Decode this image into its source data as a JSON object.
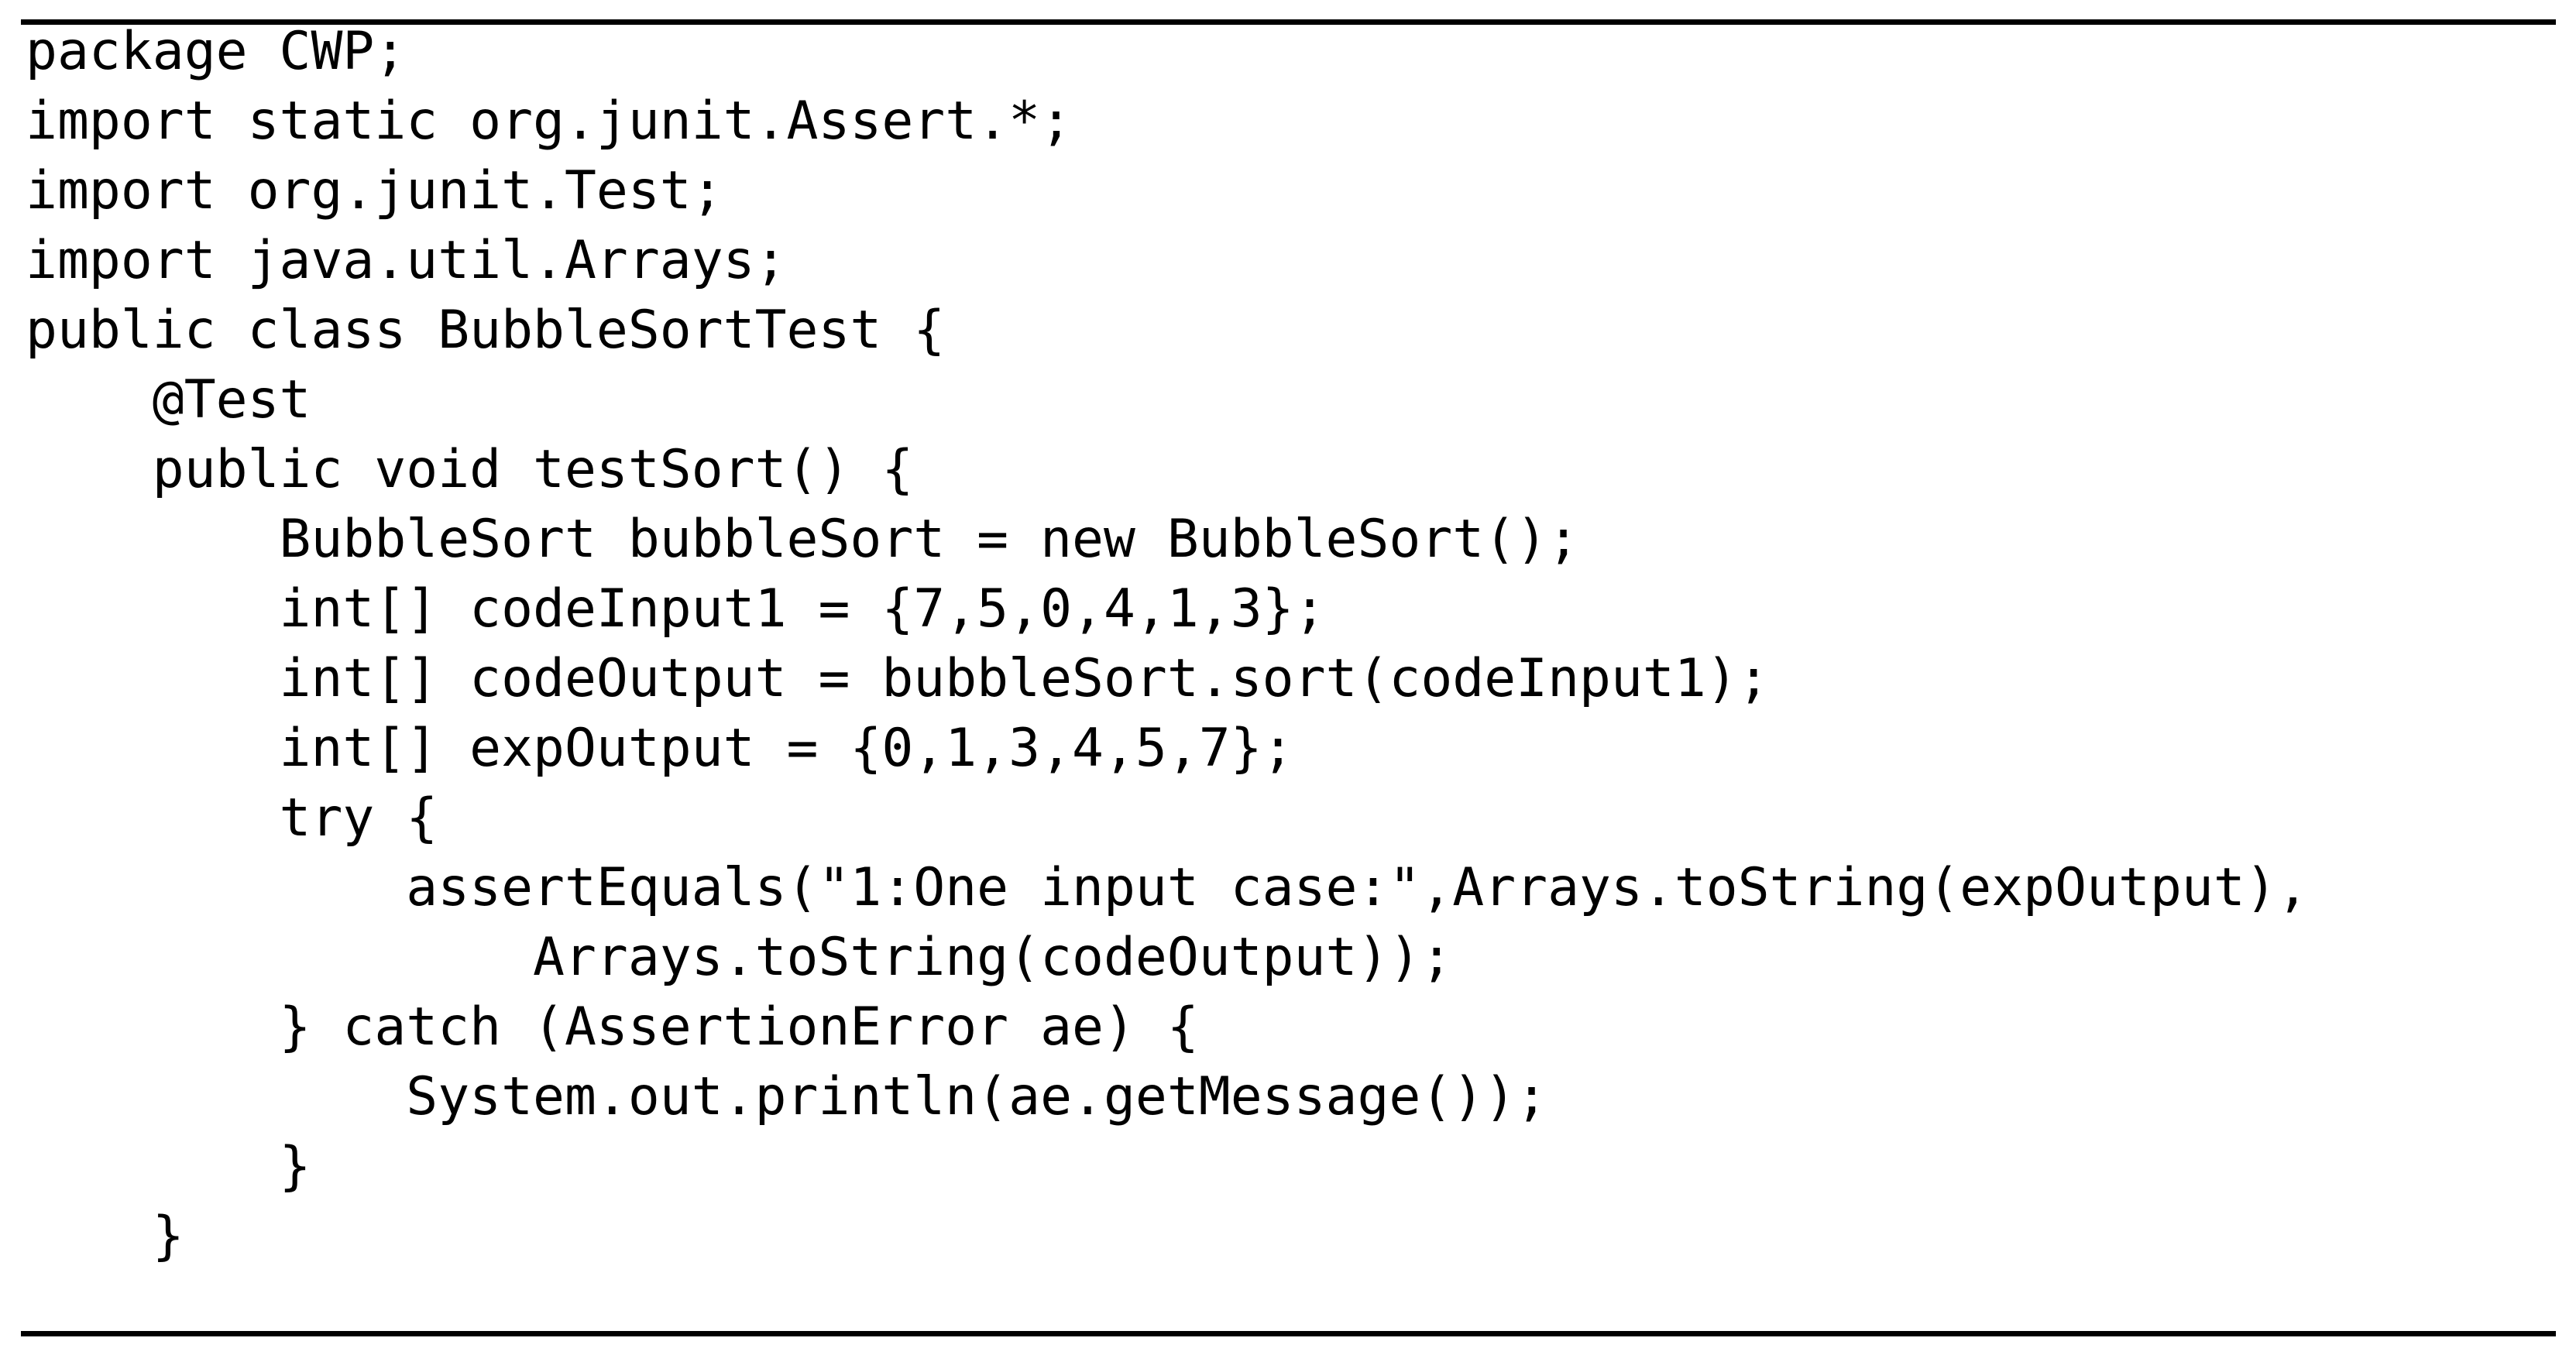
{
  "document": {
    "type": "code-listing",
    "language": "Java",
    "class_name": "BubbleSortTest",
    "package": "CWP",
    "rules": {
      "top": "horizontal-rule",
      "bottom": "horizontal-rule"
    }
  },
  "code": {
    "lines": [
      "package CWP;",
      "import static org.junit.Assert.*;",
      "import org.junit.Test;",
      "import java.util.Arrays;",
      "public class BubbleSortTest {",
      "    @Test",
      "    public void testSort() {",
      "        BubbleSort bubbleSort = new BubbleSort();",
      "        int[] codeInput1 = {7,5,0,4,1,3};",
      "        int[] codeOutput = bubbleSort.sort(codeInput1);",
      "        int[] expOutput = {0,1,3,4,5,7};",
      "        try {",
      "            assertEquals(\"1:One input case:\",Arrays.toString(expOutput),",
      "                Arrays.toString(codeOutput));",
      "        } catch (AssertionError ae) {",
      "            System.out.println(ae.getMessage());",
      "        }",
      "    }"
    ]
  },
  "identifiers": {
    "package_name": "CWP",
    "imports": [
      "static org.junit.Assert.*",
      "org.junit.Test",
      "java.util.Arrays"
    ],
    "test_method": "testSort",
    "annotation": "@Test",
    "objects": [
      "BubbleSort",
      "bubbleSort"
    ],
    "arrays": {
      "codeInput1": "{7,5,0,4,1,3}",
      "codeOutput": "bubbleSort.sort(codeInput1)",
      "expOutput": "{0,1,3,4,5,7}"
    },
    "assertion_message": "1:One input case:",
    "exception_type": "AssertionError",
    "exception_var": "ae",
    "print_statement": "System.out.println(ae.getMessage());"
  },
  "colors": {
    "background": "#ffffff",
    "text": "#000000",
    "rule": "#000000"
  }
}
